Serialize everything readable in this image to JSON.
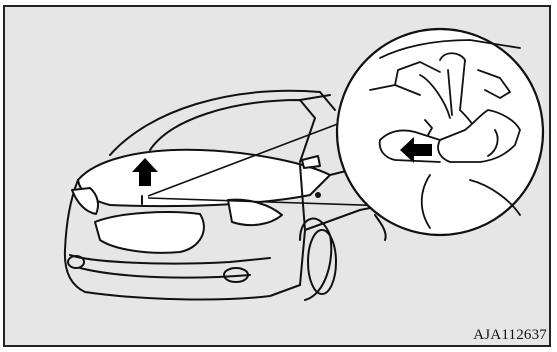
{
  "figure": {
    "code": "AJA112637",
    "background": "#e6e6e6",
    "frame_color": "#222222",
    "line_color": "#111111",
    "arrow_color": "#000000",
    "icons": [
      "car-illustration",
      "up-arrow-icon",
      "magnifier-circle",
      "hood-latch-lever",
      "left-arrow-icon"
    ]
  }
}
